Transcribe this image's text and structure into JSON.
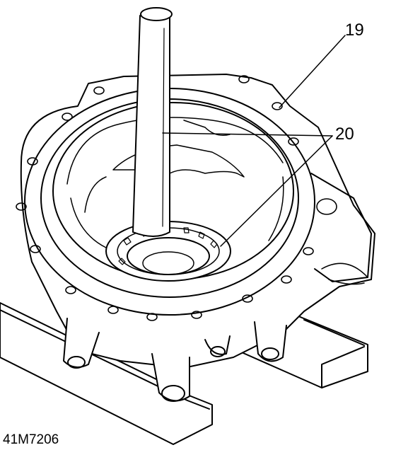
{
  "callouts": {
    "label_19": "19",
    "label_20": "20"
  },
  "figure_id": "41M7206",
  "colors": {
    "ink": "#000000",
    "paper": "#ffffff",
    "shade": "#d9d9d9"
  }
}
